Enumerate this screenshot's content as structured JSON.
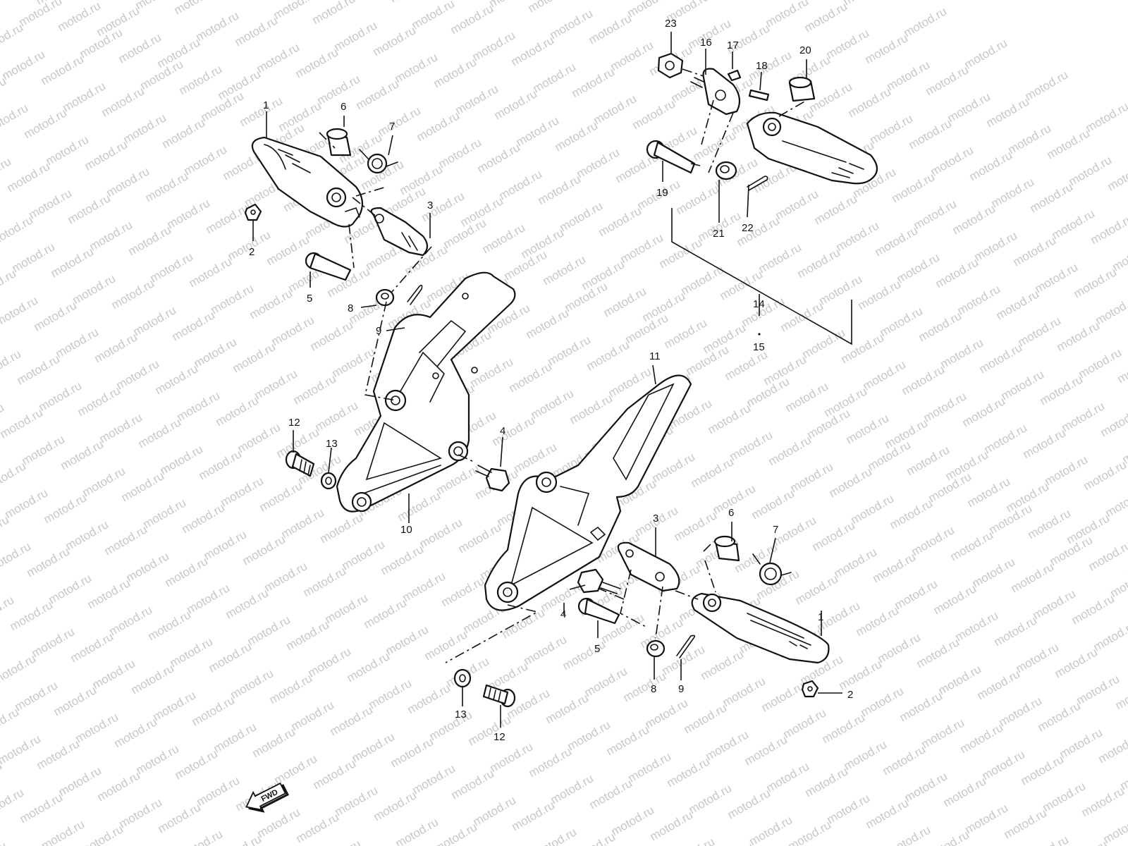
{
  "watermark_text": "motod.ru",
  "fwd_label": "FWD",
  "callouts": {
    "c1a": "1",
    "c2a": "2",
    "c3a": "3",
    "c5a": "5",
    "c6a": "6",
    "c7a": "7",
    "c8a": "8",
    "c9a": "9",
    "c4a": "4",
    "c10": "10",
    "c11": "11",
    "c12a": "12",
    "c13a": "13",
    "c14": "14",
    "c15": "15",
    "c16": "16",
    "c17": "17",
    "c18": "18",
    "c19": "19",
    "c20": "20",
    "c21": "21",
    "c22": "22",
    "c23": "23",
    "c1b": "1",
    "c2b": "2",
    "c3b": "3",
    "c4b": "4",
    "c5b": "5",
    "c6b": "6",
    "c7b": "7",
    "c8b": "8",
    "c9b": "9",
    "c12b": "12",
    "c13b": "13"
  }
}
